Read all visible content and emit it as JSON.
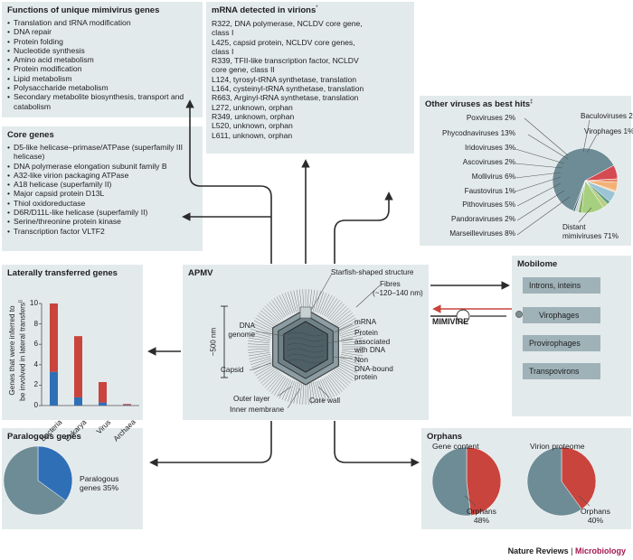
{
  "unique_genes": {
    "title": "Functions of unique mimivirus genes",
    "items": [
      "Translation and tRNA modification",
      "DNA repair",
      "Protein folding",
      "Nucleotide synthesis",
      "Amino acid metabolism",
      "Protein modification",
      "Lipid metabolism",
      "Polysaccharide metabolism",
      "Secondary metabolite biosynthesis, transport and catabolism"
    ]
  },
  "core_genes": {
    "title": "Core genes",
    "items": [
      "D5-like helicase–primase/ATPase (superfamily III helicase)",
      "DNA polymerase elongation subunit family B",
      "A32-like virion packaging ATPase",
      "A18 helicase (superfamily II)",
      "Major capsid protein D13L",
      "Thiol oxidoreductase",
      "D6R/D11L-like helicase (superfamily II)",
      "Serine/threonine protein kinase",
      "Transcription factor VLTF2"
    ]
  },
  "mrna": {
    "title": "mRNA detected in virions",
    "mark": "*",
    "items": [
      "R322, DNA polymerase, NCLDV core gene,",
      "class I",
      "L425, capsid protein, NCLDV core genes,",
      "class I",
      "R339, TFII-like transcription factor, NCLDV",
      "core gene, class II",
      "L124, tyrosyl-tRNA synthetase, translation",
      "L164, cysteinyl-tRNA synthetase, translation",
      "R663, Arginyl-tRNA synthetase, translation",
      "L272, unknown, orphan",
      "R349, unknown, orphan",
      "L520, unknown, orphan",
      "L611, unknown, orphan"
    ]
  },
  "other_viruses": {
    "title": "Other viruses as best hits",
    "mark": "‡",
    "labels_left": [
      "Poxviruses 2%",
      "Phycodnaviruses 13%",
      "Iridoviruses 3%",
      "Ascoviruses 2%",
      "Mollivirus 6%",
      "Faustovirus 1%",
      "Pithoviruses 5%",
      "Pandoraviruses 2%",
      "Marseilleviruses 8%"
    ],
    "labels_right": [
      "Baculoviruses 2%",
      "Virophages 1%"
    ],
    "label_distant": [
      "Distant",
      "mimiviruses 71%"
    ]
  },
  "lateral": {
    "title": "Laterally transferred genes",
    "ylabel_lines": [
      "Genes that were inferred to",
      "be involved in lateral transfers"
    ],
    "ylabel_mark": "||"
  },
  "apmv": {
    "title": "APMV",
    "labels": {
      "starfish": "Starfish-shaped structure",
      "fibres": "Fibres",
      "fibres_size": "(~120–140 nm)",
      "dna": [
        "DNA",
        "genome"
      ],
      "size": "~500 nm",
      "mrna": "mRNA",
      "protein": [
        "Protein",
        "associated",
        "with DNA"
      ],
      "nonbound": [
        "Non",
        "DNA-bound",
        "protein"
      ],
      "capsid": "Capsid",
      "outer": "Outer layer",
      "core": "Core wall",
      "inner": "Inner membrane"
    }
  },
  "mobilome": {
    "title": "Mobilome",
    "items": [
      "Introns, inteins",
      "Virophages",
      "Provirophages",
      "Transpovirons"
    ],
    "mimivire": "MIMIVIRE",
    "minus": "−"
  },
  "paralogous": {
    "title": "Paralogous genes",
    "label": [
      "Paralogous",
      "genes 35%"
    ]
  },
  "orphans": {
    "title": "Orphans",
    "gene_content": "Gene content",
    "virion_proteome": "Virion proteome",
    "gc_label": [
      "Orphans",
      "48%"
    ],
    "vp_label": [
      "Orphans",
      "40%"
    ]
  },
  "footer": {
    "journal": "Nature Reviews",
    "sep": "|",
    "section": "Microbiology"
  },
  "colors": {
    "panel": "#e3eaec",
    "slate": "#6e8c95",
    "red": "#c9443d",
    "blue": "#2f6fb6",
    "arrow": "#2b2b2b"
  },
  "chart_data": [
    {
      "type": "bar",
      "title": "Laterally transferred genes",
      "categories": [
        "Bacteria",
        "Eukarya",
        "Virus",
        "Archaea"
      ],
      "series": [
        {
          "name": "",
          "color": "#2f6fb6",
          "values": [
            3.3,
            0.8,
            0.3,
            0.05
          ]
        },
        {
          "name": "",
          "color": "#c9443d",
          "values": [
            6.7,
            6.0,
            2.0,
            0.1
          ]
        }
      ],
      "yticks": [
        0,
        2,
        4,
        6,
        8,
        10
      ],
      "ylim": [
        0,
        10
      ]
    },
    {
      "type": "pie",
      "title": "Other viruses as best hits",
      "slices": [
        {
          "label": "Distant mimiviruses",
          "value": 71,
          "color": "#6e8c95"
        },
        {
          "label": "Marseilleviruses",
          "value": 8,
          "color": "#d54b52"
        },
        {
          "label": "Pandoraviruses",
          "value": 2,
          "color": "#e88968"
        },
        {
          "label": "Pithoviruses",
          "value": 5,
          "color": "#f2b277"
        },
        {
          "label": "Faustovirus",
          "value": 1,
          "color": "#f4d0a1"
        },
        {
          "label": "Mollivirus",
          "value": 6,
          "color": "#9bc4d5"
        },
        {
          "label": "Ascoviruses",
          "value": 2,
          "color": "#5f9e8a"
        },
        {
          "label": "Iridoviruses",
          "value": 3,
          "color": "#b9cf80"
        },
        {
          "label": "Phycodnaviruses",
          "value": 13,
          "color": "#a6cf7f"
        },
        {
          "label": "Poxviruses",
          "value": 2,
          "color": "#7fae58"
        },
        {
          "label": "Baculoviruses",
          "value": 2,
          "color": "#cbd6d9"
        },
        {
          "label": "Virophages",
          "value": 1,
          "color": "#3b5c66"
        }
      ]
    },
    {
      "type": "pie",
      "title": "Paralogous genes",
      "slices": [
        {
          "label": "Paralogous genes",
          "value": 35,
          "color": "#2f6fb6"
        },
        {
          "label": "",
          "value": 65,
          "color": "#6e8c95"
        }
      ]
    },
    {
      "type": "pie",
      "title": "Gene content",
      "slices": [
        {
          "label": "Orphans",
          "value": 48,
          "color": "#c9443d"
        },
        {
          "label": "",
          "value": 52,
          "color": "#6e8c95"
        }
      ]
    },
    {
      "type": "pie",
      "title": "Virion proteome",
      "slices": [
        {
          "label": "Orphans",
          "value": 40,
          "color": "#c9443d"
        },
        {
          "label": "",
          "value": 60,
          "color": "#6e8c95"
        }
      ]
    }
  ]
}
